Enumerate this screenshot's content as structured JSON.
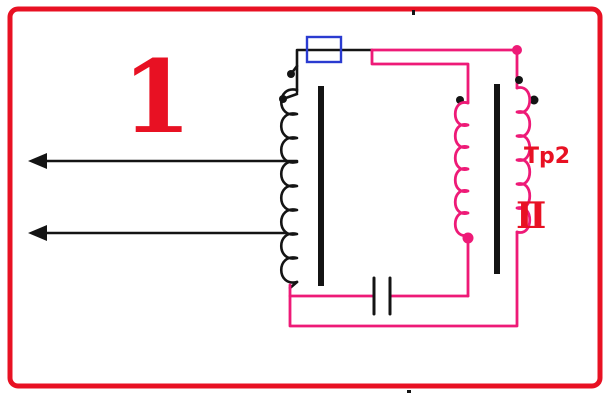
{
  "title": "Hand-drawn transformer circuit schematic",
  "labels": {
    "figure_number": "1",
    "test_point": "Tp2",
    "winding_numeral": "Ⅱ"
  },
  "colors": {
    "border-red": "#e81123",
    "wire-black": "#141414",
    "wire-pink": "#ee1a77",
    "component-blue": "#2a3bd0",
    "label-red": "#e81123",
    "canvas": "#ffffff"
  },
  "components": {
    "left_transformer": "primary transformer with core bar and two output leads",
    "right_transformer": "secondary transformer Tp2 with two pink windings",
    "blue_box": "inline component (fuse/link) in blue outline",
    "capacitor": "coupling capacitor on bottom return line"
  }
}
